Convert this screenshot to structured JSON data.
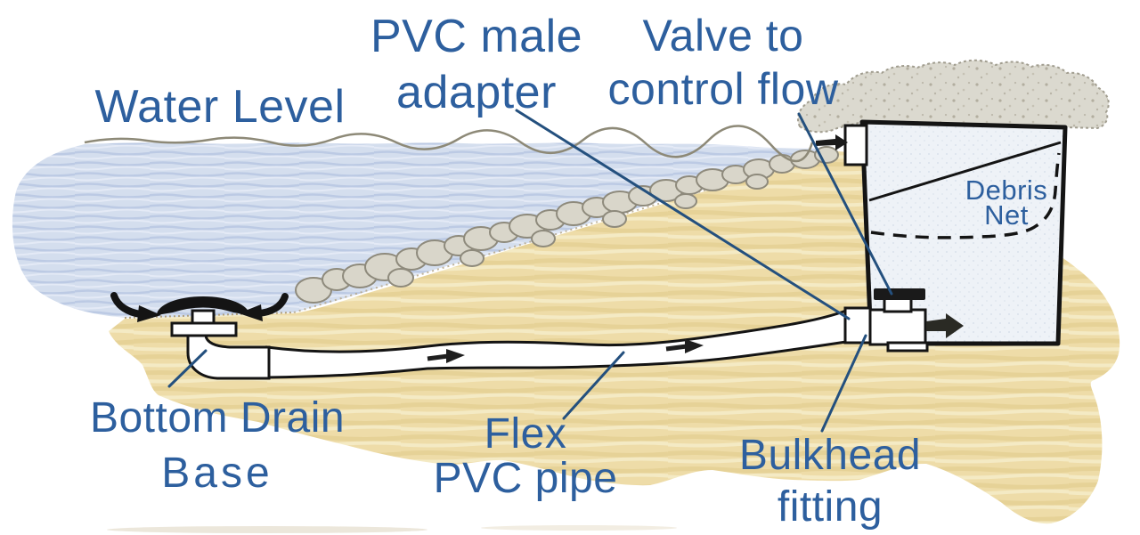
{
  "figure": {
    "type": "diagram",
    "subject": "Pond bottom drain plumbing cross-section"
  },
  "labels": {
    "water_level": "Water Level",
    "pvc_male_adapter": {
      "line1": "PVC male",
      "line2": "adapter"
    },
    "valve": {
      "line1": "Valve to",
      "line2": "control flow"
    },
    "debris_net": {
      "line1": "Debris",
      "line2": "Net"
    },
    "bottom_drain": {
      "line1": "Bottom Drain",
      "line2": "Base"
    },
    "flex_pipe": {
      "line1": "Flex",
      "line2": "PVC pipe"
    },
    "bulkhead": {
      "line1": "Bulkhead",
      "line2": "fitting"
    }
  },
  "colors": {
    "label_text": "#2d5f9e",
    "leader_line": "#24507e",
    "ink": "#141414",
    "water_fill": "#d4deee",
    "water_stroke": "#bccae4",
    "surface_line": "#8d8977",
    "sand_fill": "#eedca8",
    "sand_stroke": "#e4cf92",
    "rock_fill": "#d9d6ca",
    "rock_stroke": "#8e8a7c",
    "gravel_fill": "#dbd9cf",
    "tank_fill": "#eef2f7",
    "pipe_fill": "#ffffff"
  }
}
